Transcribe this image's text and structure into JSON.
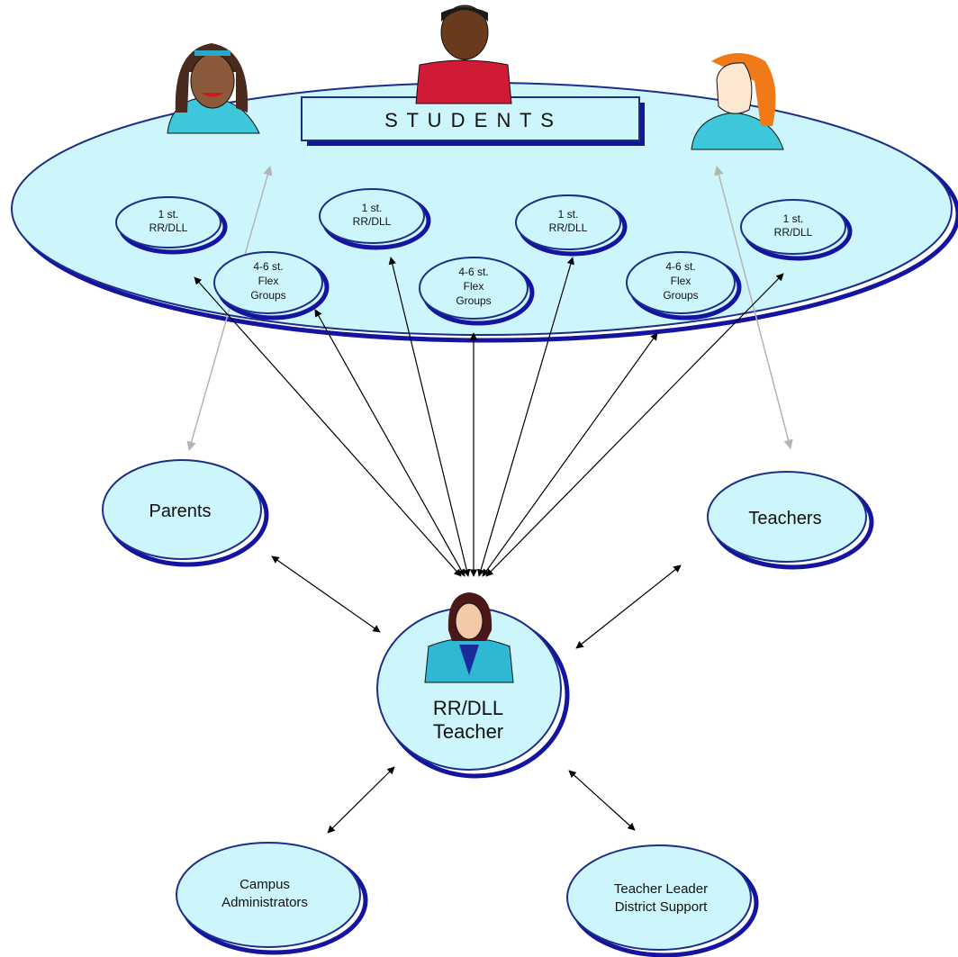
{
  "students": {
    "title": "S T U D E N T S"
  },
  "groups": {
    "g1": [
      "1 st.",
      "RR/DLL"
    ],
    "g2": [
      "1 st.",
      "RR/DLL"
    ],
    "g3": [
      "1 st.",
      "RR/DLL"
    ],
    "g4": [
      "1 st.",
      "RR/DLL"
    ],
    "f1": [
      "4-6 st.",
      "Flex",
      "Groups"
    ],
    "f2": [
      "4-6 st.",
      "Flex",
      "Groups"
    ],
    "f3": [
      "4-6 st.",
      "Flex",
      "Groups"
    ]
  },
  "nodes": {
    "parents": "Parents",
    "teachers": "Teachers",
    "center": [
      "RR/DLL",
      "Teacher"
    ],
    "campus": [
      "Campus",
      "Administrators"
    ],
    "leader": [
      "Teacher Leader",
      "District Support"
    ]
  },
  "icons": [
    "student-girl-icon",
    "student-boy-icon",
    "student-redhead-icon",
    "teacher-woman-icon"
  ],
  "colors": {
    "fill": "#ccf6fb",
    "outline": "#1414a0",
    "arrow": "#000000",
    "gray_arrow": "#b4b4b4"
  }
}
